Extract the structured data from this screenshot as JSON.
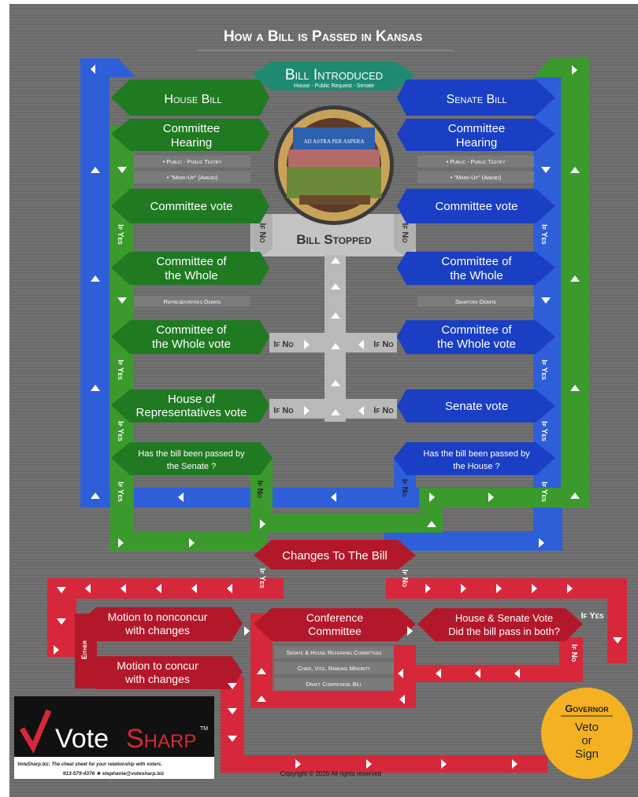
{
  "title": "How a Bill is Passed in Kansas",
  "top_box": {
    "label": "Bill Introduced",
    "sub": "House - Public Request - Senate"
  },
  "house": {
    "bill": "House Bill",
    "hearing_1": "Committee",
    "hearing_2": "Hearing",
    "hearing_note_1": "• Public - Public Testify",
    "hearing_note_2": "• \"Mark-Up\" (Amend)",
    "committee_vote": "Committee vote",
    "cow_1": "Committee of",
    "cow_2": "the Whole",
    "cow_note": "Representatives Debate",
    "cowv_1": "Committee of",
    "cowv_2": "the Whole vote",
    "chamber_1": "House of",
    "chamber_2": "Representatives vote",
    "passed_1": "Has the bill been passed by",
    "passed_2": "the Senate ?"
  },
  "senate": {
    "bill": "Senate Bill",
    "hearing_1": "Committee",
    "hearing_2": "Hearing",
    "hearing_note_1": "• Public - Public Testify",
    "hearing_note_2": "• \"Mark-Up\" (Amend)",
    "committee_vote": "Committee vote",
    "cow_1": "Committee of",
    "cow_2": "the Whole",
    "cow_note": "Senators Debate",
    "cowv_1": "Committee of",
    "cowv_2": "the Whole vote",
    "chamber": "Senate vote",
    "passed_1": "Has the bill been passed by",
    "passed_2": "the House ?"
  },
  "seal_motto": "AD ASTRA PER ASPERA",
  "bill_stopped": "Bill Stopped",
  "if_no": "If No",
  "if_yes": "If Yes",
  "changes": "Changes To The Bill",
  "nonconcur_1": "Motion to nonconcur",
  "nonconcur_2": "with changes",
  "concur_1": "Motion to concur",
  "concur_2": "with changes",
  "either": "Either",
  "conference_1": "Conference",
  "conference_2": "Committee",
  "conf_note_1": "Senate & House Referring Committees",
  "conf_note_2": "Chair, Vice, Ranking Minority",
  "conf_note_3": "Draft Compromise Bill",
  "hs_vote_1": "House & Senate Vote",
  "hs_vote_2": "Did the bill pass in both?",
  "governor": {
    "title": "Governor",
    "l1": "Veto",
    "l2": "or",
    "l3": "Sign"
  },
  "logo": {
    "name_vote": "Vote",
    "name_sharp": "Sharp",
    "tm": "TM",
    "tagline": "VoteSharp.biz: The cheat sheet for your relationship with voters.",
    "contact": "913-579-4376 ★ stephanie@votesharp.biz"
  },
  "copyright": "Copyright © 2026 All rights reserved",
  "colors": {
    "green": "#3a9a2c",
    "green_dark": "#1f7a22",
    "blue": "#2f5fd8",
    "blue_dark": "#1a3fc4",
    "red": "#d6283a",
    "red_dark": "#b3182a",
    "gray": "#b9b9b9",
    "yellow": "#f4b223"
  }
}
